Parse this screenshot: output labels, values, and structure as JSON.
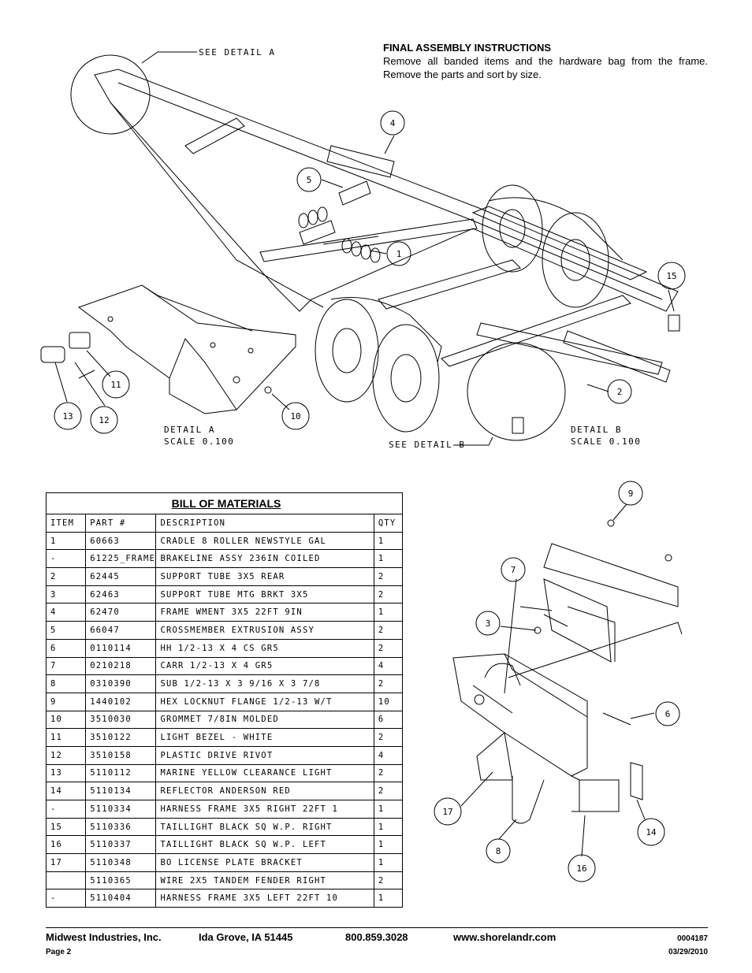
{
  "instructions": {
    "title": "FINAL ASSEMBLY INSTRUCTIONS",
    "text": "Remove all banded items and the hardware bag from the frame. Remove the parts and sort by size."
  },
  "drawing_labels": {
    "see_detail_a": "SEE DETAIL A",
    "see_detail_b": "SEE DETAIL B",
    "detail_a": "DETAIL A",
    "detail_b": "DETAIL B",
    "scale_a": "SCALE 0.100",
    "scale_b": "SCALE 0.100"
  },
  "balloons": [
    "1",
    "2",
    "3",
    "4",
    "5",
    "6",
    "7",
    "8",
    "9",
    "10",
    "11",
    "12",
    "13",
    "14",
    "15",
    "16",
    "17"
  ],
  "bom": {
    "title": "BILL OF MATERIALS",
    "headers": [
      "ITEM",
      "PART #",
      "DESCRIPTION",
      "QTY"
    ],
    "rows": [
      [
        "1",
        "60663",
        "CRADLE 8 ROLLER NEWSTYLE GAL",
        "1"
      ],
      [
        "-",
        "61225_FRAME",
        "BRAKELINE ASSY 236IN COILED",
        "1"
      ],
      [
        "2",
        "62445",
        "SUPPORT TUBE 3X5 REAR",
        "2"
      ],
      [
        "3",
        "62463",
        "SUPPORT TUBE MTG BRKT 3X5",
        "2"
      ],
      [
        "4",
        "62470",
        "FRAME WMENT 3X5 22FT 9IN",
        "1"
      ],
      [
        "5",
        "66047",
        "CROSSMEMBER EXTRUSION ASSY",
        "2"
      ],
      [
        "6",
        "0110114",
        "HH 1/2-13 X 4 CS GR5",
        "2"
      ],
      [
        "7",
        "0210218",
        "CARR 1/2-13 X 4 GR5",
        "4"
      ],
      [
        "8",
        "0310390",
        "SUB 1/2-13 X 3 9/16 X 3 7/8",
        "2"
      ],
      [
        "9",
        "1440102",
        "HEX LOCKNUT FLANGE 1/2-13 W/T",
        "10"
      ],
      [
        "10",
        "3510030",
        "GROMMET 7/8IN MOLDED",
        "6"
      ],
      [
        "11",
        "3510122",
        "LIGHT BEZEL - WHITE",
        "2"
      ],
      [
        "12",
        "3510158",
        "PLASTIC DRIVE RIVOT",
        "4"
      ],
      [
        "13",
        "5110112",
        "MARINE YELLOW CLEARANCE LIGHT",
        "2"
      ],
      [
        "14",
        "5110134",
        "REFLECTOR ANDERSON RED",
        "2"
      ],
      [
        "-",
        "5110334",
        "HARNESS FRAME 3X5 RIGHT 22FT 1",
        "1"
      ],
      [
        "15",
        "5110336",
        "TAILLIGHT BLACK SQ W.P. RIGHT",
        "1"
      ],
      [
        "16",
        "5110337",
        "TAILLIGHT BLACK SQ W.P. LEFT",
        "1"
      ],
      [
        "17",
        "5110348",
        "BO LICENSE PLATE BRACKET",
        "1"
      ],
      [
        "",
        "5110365",
        "WIRE 2X5 TANDEM FENDER RIGHT",
        "2"
      ],
      [
        "-",
        "5110404",
        "HARNESS FRAME 3X5 LEFT 22FT 10",
        "1"
      ]
    ]
  },
  "footer": {
    "company": "Midwest Industries, Inc.",
    "city": "Ida Grove, IA  51445",
    "phone": "800.859.3028",
    "website": "www.shorelandr.com",
    "doc_number": "0004187",
    "page": "Page 2",
    "date": "03/29/2010"
  }
}
